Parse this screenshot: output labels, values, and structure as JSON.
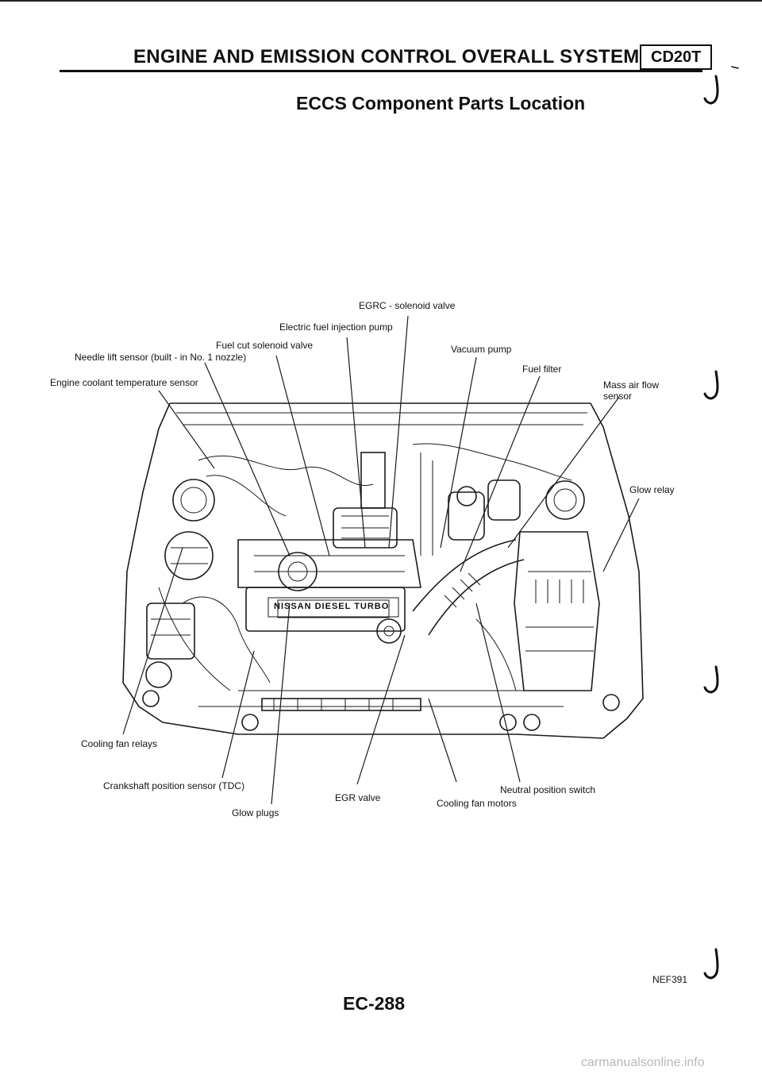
{
  "header": {
    "title": "ENGINE AND EMISSION CONTROL OVERALL SYSTEM",
    "model_code": "CD20T"
  },
  "section_title": "ECCS Component Parts Location",
  "labels": {
    "egrc_solenoid_valve": "EGRC - solenoid valve",
    "electric_fuel_injection_pump": "Electric fuel injection pump",
    "fuel_cut_solenoid_valve": "Fuel cut solenoid valve",
    "needle_lift_sensor": "Needle lift sensor (built - in No. 1 nozzle)",
    "vacuum_pump": "Vacuum pump",
    "fuel_filter": "Fuel filter",
    "engine_coolant_temperature_sensor": "Engine coolant temperature sensor",
    "mass_air_flow_sensor_line1": "Mass air flow",
    "mass_air_flow_sensor_line2": "sensor",
    "glow_relay": "Glow relay",
    "cooling_fan_relays": "Cooling fan relays",
    "crankshaft_position_sensor": "Crankshaft position sensor (TDC)",
    "egr_valve": "EGR valve",
    "neutral_position_switch": "Neutral position switch",
    "cooling_fan_motors": "Cooling fan motors",
    "glow_plugs": "Glow plugs",
    "engine_cover_text": "NISSAN DIESEL TURBO"
  },
  "footer": {
    "page_number": "EC-288",
    "figure_code": "NEF391",
    "source_mark": "carmanualsonline.info"
  }
}
